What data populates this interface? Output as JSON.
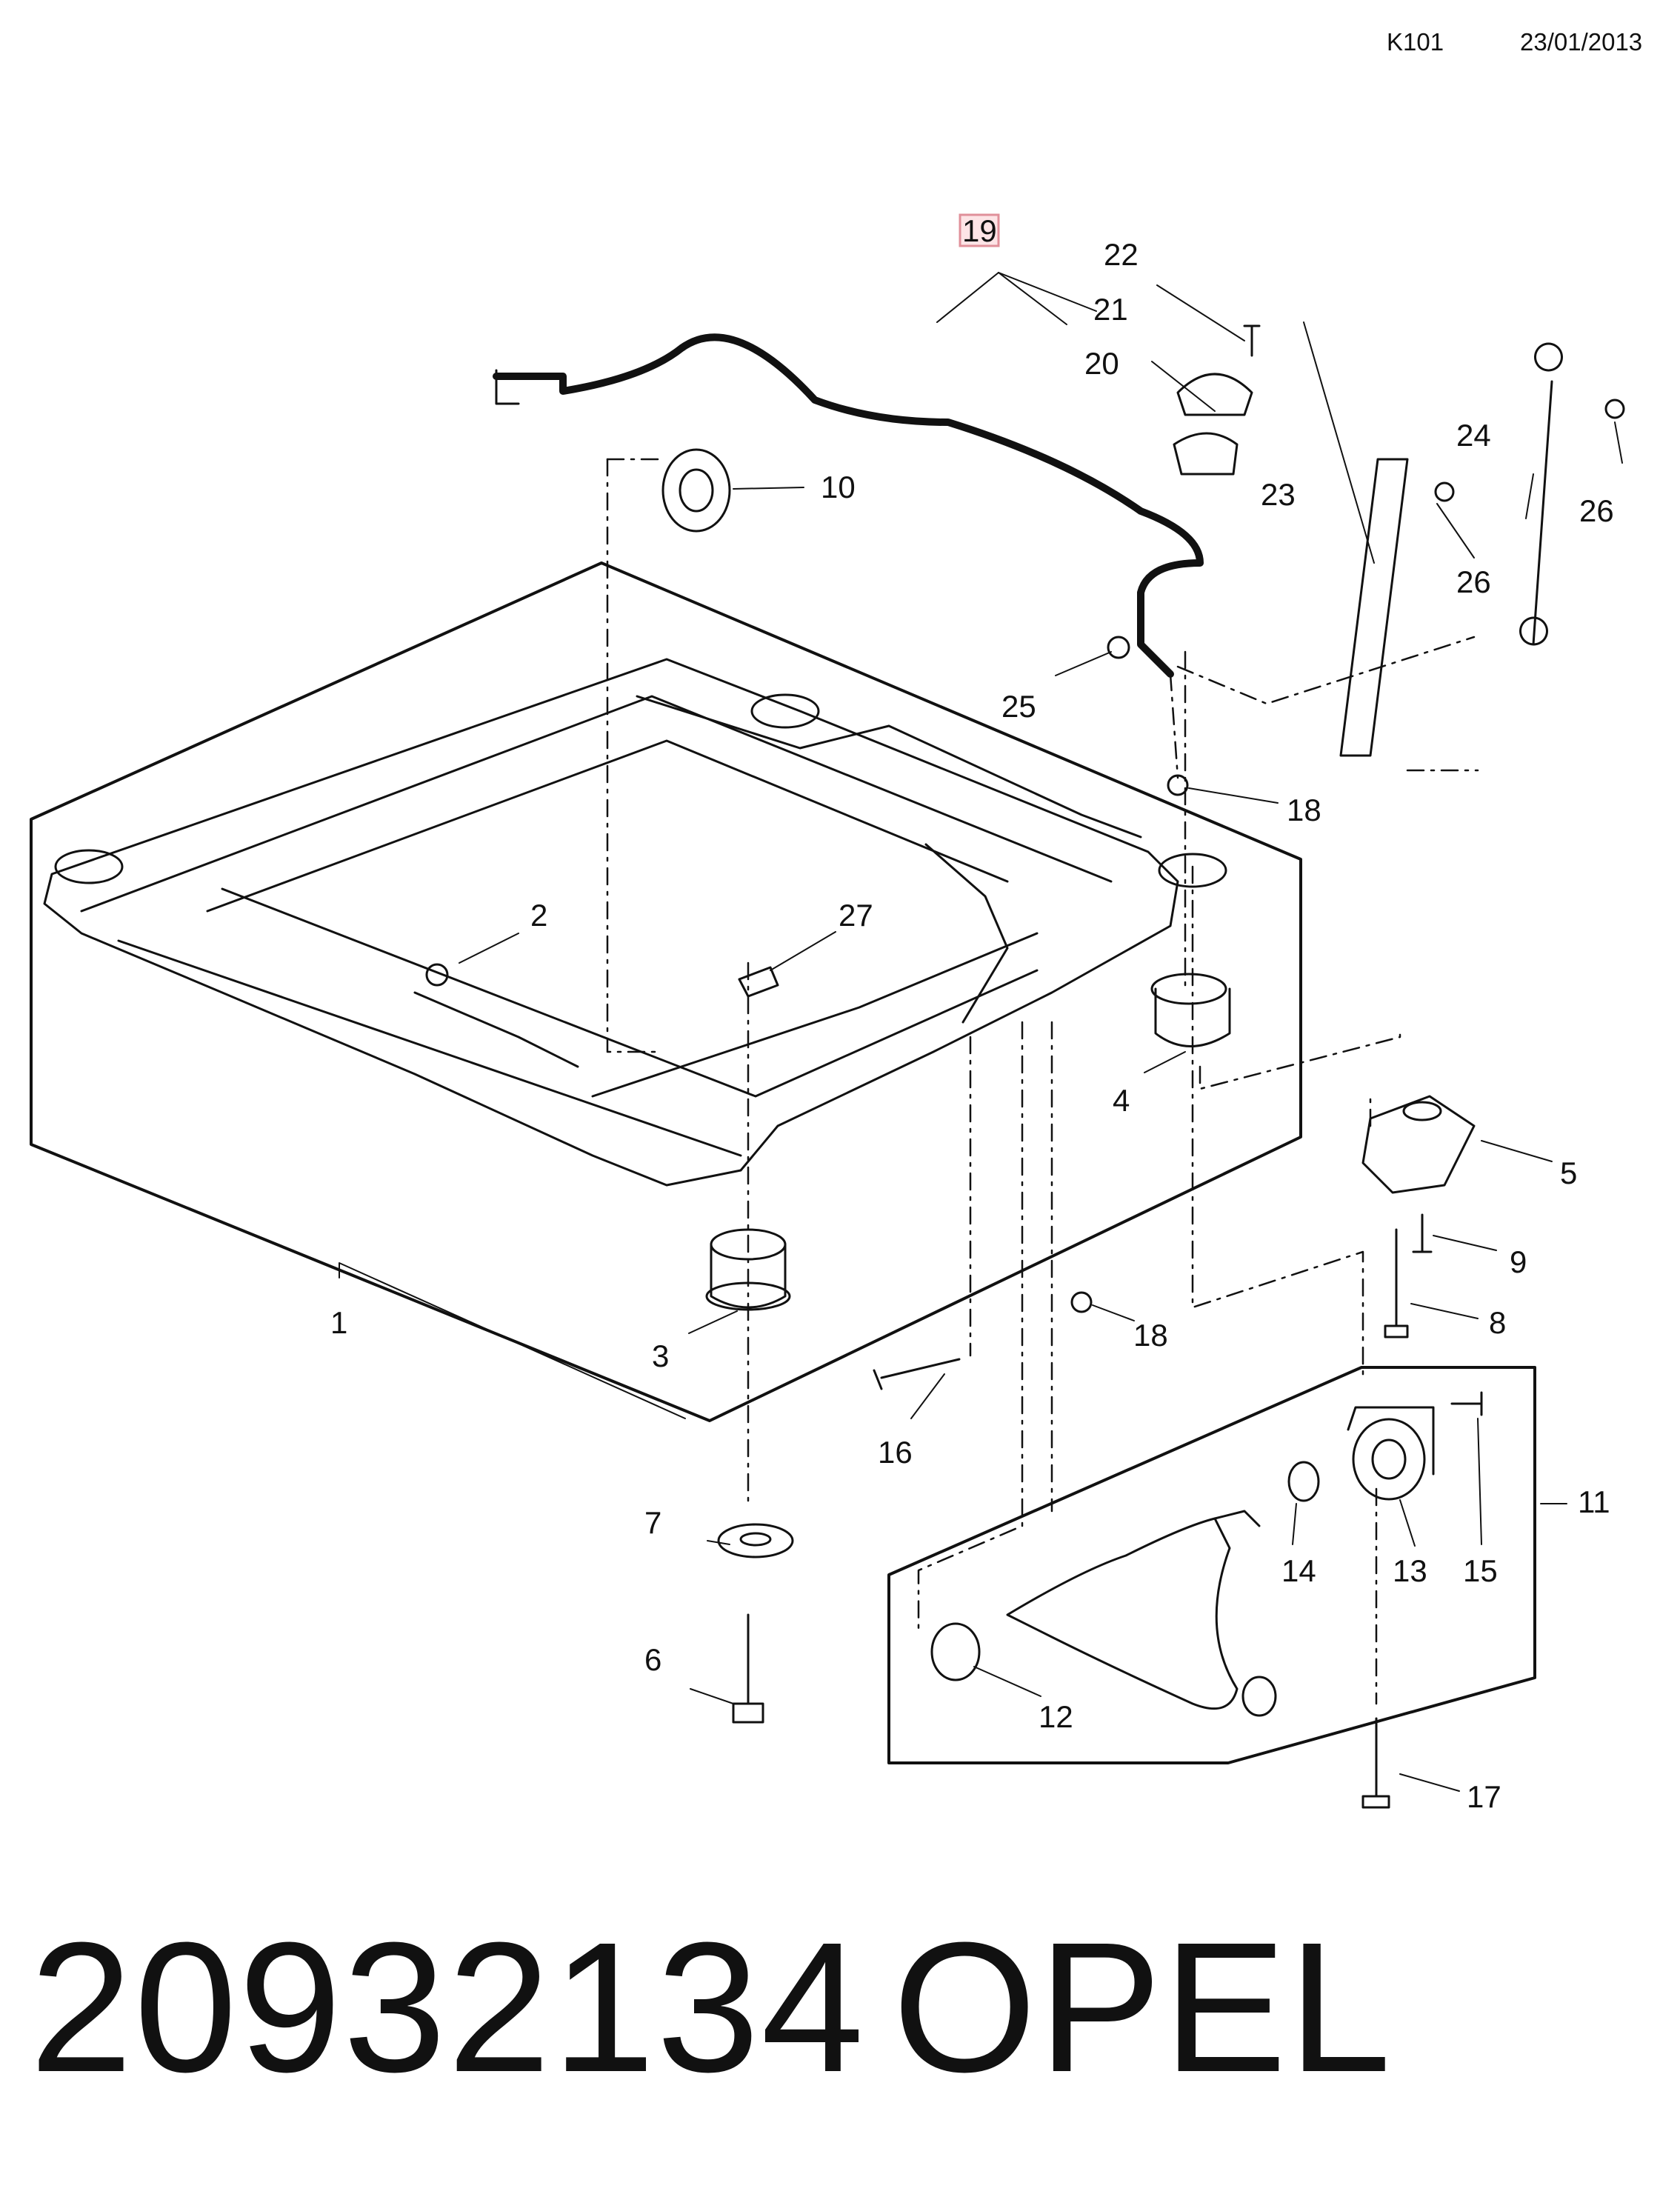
{
  "header": {
    "code": "K101",
    "date": "23/01/2013"
  },
  "callouts": {
    "c1": "1",
    "c2": "2",
    "c3": "3",
    "c4": "4",
    "c5": "5",
    "c6": "6",
    "c7": "7",
    "c8": "8",
    "c9": "9",
    "c10": "10",
    "c11": "11",
    "c12": "12",
    "c13": "13",
    "c14": "14",
    "c15": "15",
    "c16": "16",
    "c17": "17",
    "c18a": "18",
    "c18b": "18",
    "c19": "19",
    "c20": "20",
    "c21": "21",
    "c22": "22",
    "c23": "23",
    "c24": "24",
    "c25": "25",
    "c26a": "26",
    "c26b": "26",
    "c27": "27"
  },
  "highlight": {
    "callout": "19",
    "fill": "#fde4e6",
    "border": "#e0909a"
  },
  "footer": {
    "part_number": "20932134",
    "brand": "OPEL"
  }
}
